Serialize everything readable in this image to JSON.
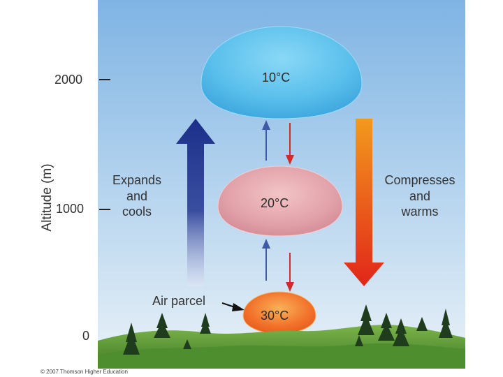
{
  "axis": {
    "label": "Altitude (m)",
    "ticks": [
      "2000",
      "1000",
      "0"
    ]
  },
  "parcels": [
    {
      "temperature": "10°C"
    },
    {
      "temperature": "20°C"
    },
    {
      "temperature": "30°C"
    }
  ],
  "left_annotation": [
    "Expands",
    "and",
    "cools"
  ],
  "right_annotation": [
    "Compresses",
    "and",
    "warms"
  ],
  "parcel_label": "Air parcel",
  "copyright": "© 2007 Thomson Higher Education",
  "colors": {
    "sky_top": "#7fb4e4",
    "sky_bottom": "#e8f1f8",
    "cool_arrow": "#1c2f8a",
    "warm_arrow_top": "#f39a1c",
    "warm_arrow_bottom": "#e0261a",
    "parcel_10": "#5bc0ec",
    "parcel_20": "#e0a0a8",
    "parcel_30": "#f2722a",
    "hills": "#5f9e3a"
  }
}
